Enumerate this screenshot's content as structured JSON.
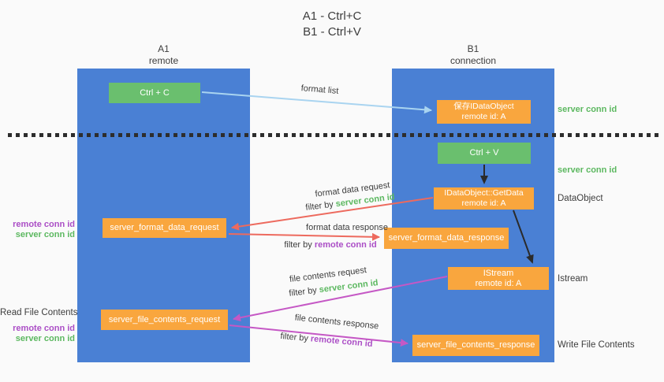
{
  "title": {
    "line1": "A1 - Ctrl+C",
    "line2": "B1 - Ctrl+V"
  },
  "lifelines": {
    "left": {
      "name": "A1",
      "role": "remote"
    },
    "right": {
      "name": "B1",
      "role": "connection"
    }
  },
  "nodes": {
    "ctrl_c": "Ctrl + C",
    "save_idataobject": {
      "line1": "保存IDataObject",
      "line2": "remote id: A"
    },
    "ctrl_v": "Ctrl + V",
    "getdata": {
      "line1": "IDataObject::GetData",
      "line2": "remote id: A"
    },
    "format_request": "server_format_data_request",
    "format_response": "server_format_data_response",
    "istream": {
      "line1": "IStream",
      "line2": "remote id: A"
    },
    "file_request": "server_file_contents_request",
    "file_response": "server_file_contents_response"
  },
  "arrow_labels": {
    "format_list": "format list",
    "format_data_request": "format data request",
    "format_data_response": "format data response",
    "file_contents_request": "file contents request",
    "file_contents_response": "file contents response"
  },
  "shared": {
    "filter_by": "filter by ",
    "server_conn_id": "server conn id",
    "remote_conn_id": "remote conn id"
  },
  "side_labels": {
    "dataobject": "DataObject",
    "istream": "Istream",
    "write_file_contents": "Write File Contents",
    "read_file_contents": "Read File Contents"
  },
  "colors": {
    "lifeline_blue": "#4a80d4",
    "node_green": "#6abf6e",
    "node_orange": "#f9a63e",
    "arrow_light_blue": "#a9d4f0",
    "arrow_red": "#ed6a5e",
    "arrow_magenta": "#c558c5",
    "arrow_black": "#2b2b2b",
    "label_green": "#5cb860",
    "label_purple": "#ab4ec6",
    "background": "#fafafa"
  }
}
